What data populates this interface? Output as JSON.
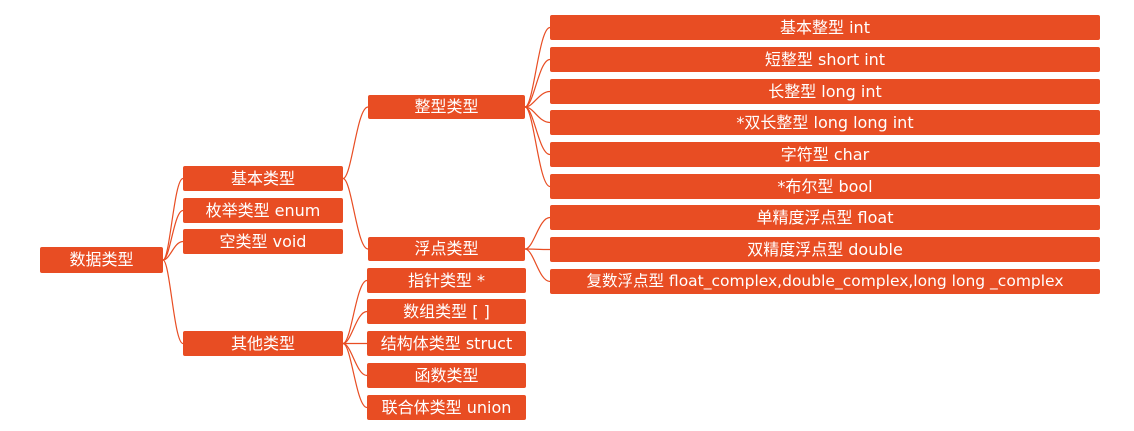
{
  "colors": {
    "node_fill": "#E84D23",
    "connector": "#E84D23",
    "text": "#FFFFFF",
    "background": "#FFFFFF"
  },
  "nodes": {
    "root": {
      "label": "数据类型"
    },
    "basic": {
      "label": "基本类型"
    },
    "enum": {
      "label": "枚举类型 enum"
    },
    "void": {
      "label": "空类型 void"
    },
    "other": {
      "label": "其他类型"
    },
    "integer": {
      "label": "整型类型"
    },
    "float": {
      "label": "浮点类型"
    },
    "int_basic": {
      "label": "基本整型 int"
    },
    "int_short": {
      "label": "短整型 short int"
    },
    "int_long": {
      "label": "长整型 long int"
    },
    "int_longlong": {
      "label": "*双长整型 long long int"
    },
    "char": {
      "label": "字符型 char"
    },
    "bool": {
      "label": "*布尔型 bool"
    },
    "float_single": {
      "label": "单精度浮点型 float"
    },
    "float_double": {
      "label": "双精度浮点型 double"
    },
    "float_complex": {
      "label": "复数浮点型 float_complex,double_complex,long long _complex"
    },
    "pointer": {
      "label": "指针类型 *"
    },
    "array": {
      "label": "数组类型 [ ]"
    },
    "struct": {
      "label": "结构体类型 struct"
    },
    "function": {
      "label": "函数类型"
    },
    "union": {
      "label": "联合体类型 union"
    }
  }
}
